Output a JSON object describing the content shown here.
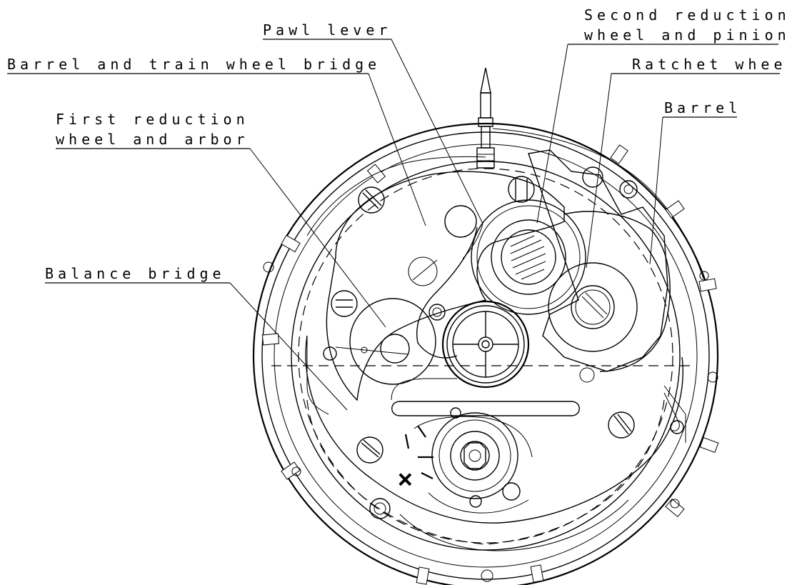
{
  "diagram": {
    "labels": {
      "second_reduction_line1": "Second reduction",
      "second_reduction_line2": "wheel and pinion",
      "pawl_lever": "Pawl lever",
      "barrel_bridge": "Barrel and train wheel bridge",
      "ratchet_wheel": "Ratchet wheel",
      "barrel": "Barrel",
      "first_reduction_line1": "First reduction",
      "first_reduction_line2": "wheel and arbor",
      "balance_bridge": "Balance bridge"
    },
    "regulator_marks": {
      "minus": "−",
      "plus": "+"
    }
  }
}
